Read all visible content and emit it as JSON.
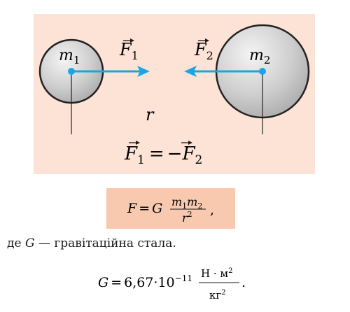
{
  "diagram": {
    "left_mass": {
      "base": "m",
      "sub": "1"
    },
    "right_mass": {
      "base": "m",
      "sub": "2"
    },
    "force_left": {
      "base": "F",
      "sub": "1"
    },
    "force_right": {
      "base": "F",
      "sub": "2"
    },
    "distance": "r",
    "equation": {
      "lhs_base": "F",
      "lhs_sub": "1",
      "equals": "=",
      "minus": "−",
      "rhs_base": "F",
      "rhs_sub": "2"
    },
    "colors": {
      "panel": "#fde3d6",
      "sphere_fill": "#cfcfcf",
      "arrow": "#1aa6e6",
      "formula_box": "#f8c9ae"
    }
  },
  "formula": {
    "lhs": "F",
    "equals": "=",
    "G": "G",
    "num_m1": "m",
    "num_sub1": "1",
    "num_m2": "m",
    "num_sub2": "2",
    "den": "r",
    "den_exp": "2",
    "trailing": ","
  },
  "caption": {
    "prefix": "де ",
    "symbol": "G",
    "text": " — гравітаційна стала."
  },
  "constant": {
    "G": "G",
    "equals": "=",
    "mantissa": "6,67",
    "dot": "·",
    "base": "10",
    "exp": "−11",
    "unit_num": "Н · м",
    "unit_num_exp": "2",
    "unit_den": "кг",
    "unit_den_exp": "2",
    "period": "."
  }
}
